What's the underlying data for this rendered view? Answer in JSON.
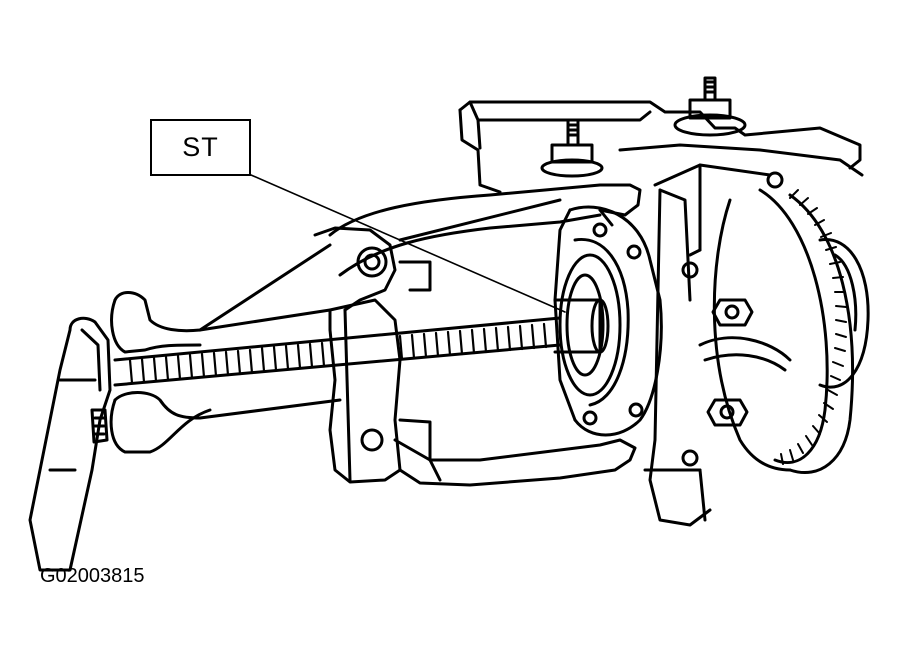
{
  "diagram": {
    "callout_label": "ST",
    "figure_id": "G02003815",
    "subject": "puller-on-bearing-illustration"
  },
  "colors": {
    "ink": "#000000",
    "paper": "#ffffff"
  }
}
